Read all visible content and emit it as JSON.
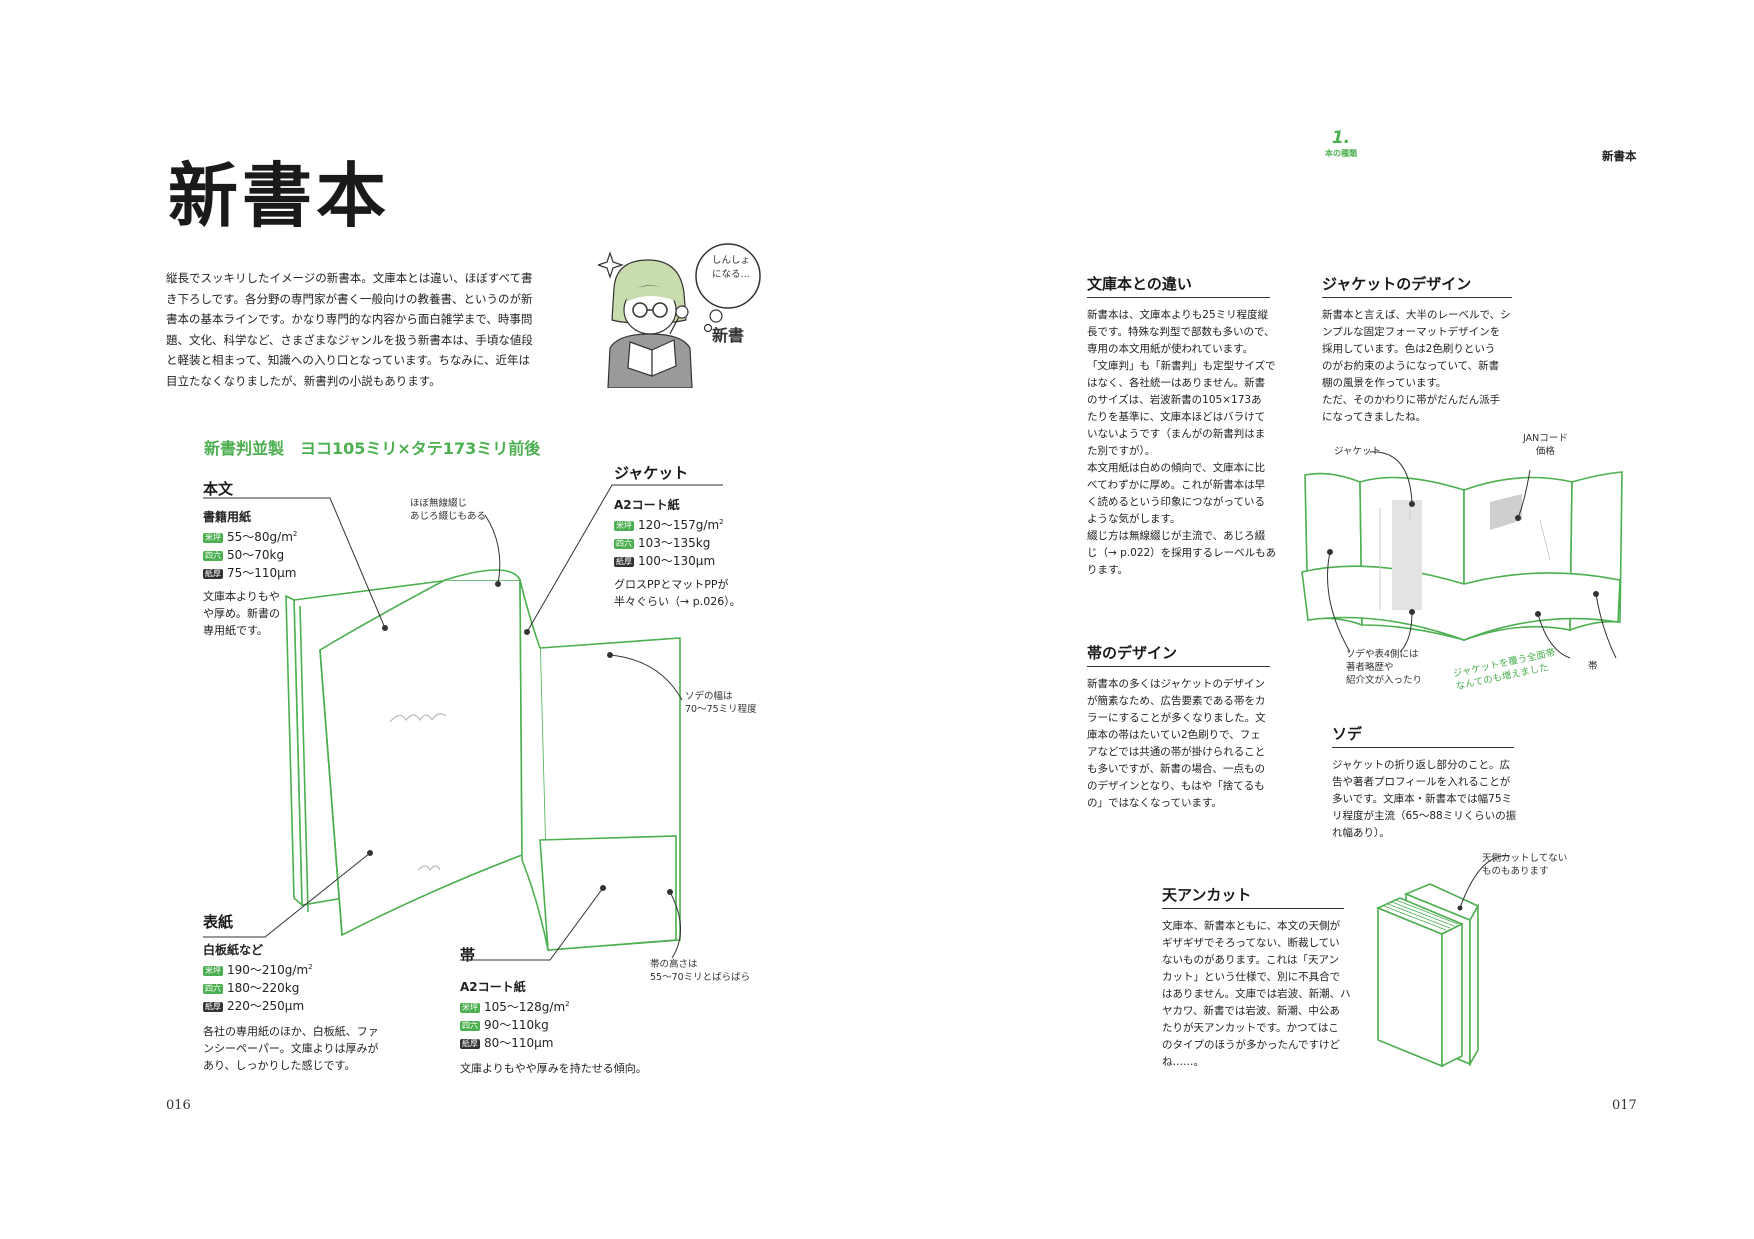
{
  "header": {
    "chapter_number": "1.",
    "chapter_name": "本の種類",
    "running_title": "新書本"
  },
  "title": "新書本",
  "intro": [
    "縦長でスッキリしたイメージの新書本。文庫本とは違い、ほぼすべて書",
    "き下ろしです。各分野の専門家が書く一般向けの教養書、というのが新",
    "書本の基本ラインです。かなり専門的な内容から面白雑学まで、時事問",
    "題、文化、科学など、さまざまなジャンルを扱う新書本は、手頃な値段",
    "と軽装と相まって、知識への入り口となっています。ちなみに、近年は",
    "目立たなくなりましたが、新書判の小説もあります。"
  ],
  "illustration_person": {
    "speech": [
      "しんしょ",
      "になる…"
    ],
    "label": "新書"
  },
  "spec_title": "新書判並製　ヨコ105ミリ×タテ173ミリ前後",
  "parts": {
    "honbun": {
      "heading": "本文",
      "paper": "書籍用紙",
      "rows": [
        {
          "badge": "米坪",
          "value": "55〜80g/m",
          "sup": "2"
        },
        {
          "badge": "四六",
          "value": "50〜70kg",
          "sup": ""
        },
        {
          "badge": "紙厚",
          "value": "75〜110μm",
          "sup": ""
        }
      ],
      "note": [
        "文庫本よりもや",
        "や厚め。新書の",
        "専用紙です。"
      ]
    },
    "jacket": {
      "heading": "ジャケット",
      "paper": "A2コート紙",
      "rows": [
        {
          "badge": "米坪",
          "value": "120〜157g/m",
          "sup": "2"
        },
        {
          "badge": "四六",
          "value": "103〜135kg",
          "sup": ""
        },
        {
          "badge": "紙厚",
          "value": "100〜130μm",
          "sup": ""
        }
      ],
      "note": [
        "グロスPPとマットPPが",
        "半々ぐらい（→ p.026）。"
      ]
    },
    "hyoshi": {
      "heading": "表紙",
      "paper": "白板紙など",
      "rows": [
        {
          "badge": "米坪",
          "value": "190〜210g/m",
          "sup": "2"
        },
        {
          "badge": "四六",
          "value": "180〜220kg",
          "sup": ""
        },
        {
          "badge": "紙厚",
          "value": "220〜250μm",
          "sup": ""
        }
      ],
      "note": [
        "各社の専用紙のほか、白板紙、ファ",
        "ンシーペーパー。文庫よりは厚みが",
        "あり、しっかりした感じです。"
      ]
    },
    "obi": {
      "heading": "帯",
      "paper": "A2コート紙",
      "rows": [
        {
          "badge": "米坪",
          "value": "105〜128g/m",
          "sup": "2"
        },
        {
          "badge": "四六",
          "value": "90〜110kg",
          "sup": ""
        },
        {
          "badge": "紙厚",
          "value": "80〜110μm",
          "sup": ""
        }
      ],
      "note": [
        "文庫よりもやや厚みを持たせる傾向。"
      ]
    }
  },
  "callouts": {
    "binding": [
      "ほぼ無線綴じ",
      "あじろ綴じもある"
    ],
    "sode_width": [
      "ソデの幅は",
      "70〜75ミリ程度"
    ],
    "obi_height": [
      "帯の高さは",
      "55〜70ミリとばらばら"
    ]
  },
  "sections": {
    "bunko_diff": {
      "heading": "文庫本との違い",
      "lines": [
        "新書本は、文庫本よりも25ミリ程度縦",
        "長です。特殊な判型で部数も多いので、",
        "専用の本文用紙が使われています。",
        "「文庫判」も「新書判」も定型サイズで",
        "はなく、各社統一はありません。新書",
        "のサイズは、岩波新書の105×173あ",
        "たりを基準に、文庫本ほどはバラけて",
        "いないようです（まんがの新書判はま",
        "た別ですが）。",
        "本文用紙は白めの傾向で、文庫本に比",
        "べてわずかに厚め。これが新書本は早",
        "く読めるという印象につながっている",
        "ような気がします。",
        "綴じ方は無線綴じが主流で、あじろ綴",
        "じ（→ p.022）を採用するレーベルもあ",
        "ります。"
      ]
    },
    "jacket_design": {
      "heading": "ジャケットのデザイン",
      "lines": [
        "新書本と言えば、大半のレーベルで、シ",
        "ンプルな固定フォーマットデザインを",
        "採用しています。色は2色刷りという",
        "のがお約束のようになっていて、新書",
        "棚の風景を作っています。",
        "ただ、そのかわりに帯がだんだん派手",
        "になってきましたね。"
      ]
    },
    "obi_design": {
      "heading": "帯のデザイン",
      "lines": [
        "新書本の多くはジャケットのデザイン",
        "が簡素なため、広告要素である帯をカ",
        "ラーにすることが多くなりました。文",
        "庫本の帯はたいてい2色刷りで、フェ",
        "アなどでは共通の帯が掛けられること",
        "も多いですが、新書の場合、一点もの",
        "のデザインとなり、もはや「捨てるも",
        "の」ではなくなっています。"
      ]
    },
    "sode": {
      "heading": "ソデ",
      "lines": [
        "ジャケットの折り返し部分のこと。広",
        "告や著者プロフィールを入れることが",
        "多いです。文庫本・新書本では幅75ミ",
        "リ程度が主流（65〜88ミリくらいの振",
        "れ幅あり）。"
      ]
    },
    "ten_uncut": {
      "heading": "天アンカット",
      "lines": [
        "文庫本、新書本ともに、本文の天側が",
        "ギザギザでそろってない、断裁してい",
        "ないものがあります。これは「天アン",
        "カット」という仕様で、別に不具合で",
        "はありません。文庫では岩波、新潮、ハ",
        "ヤカワ、新書では岩波、新潮、中公あ",
        "たりが天アンカットです。かつてはこ",
        "のタイプのほうが多かったんですけど",
        "ね……。"
      ]
    }
  },
  "jacket_diagram": {
    "label_jacket": "ジャケット",
    "label_jan": [
      "JANコード",
      "価格"
    ],
    "label_sode": [
      "ソデや表4側には",
      "著者略歴や",
      "紹介文が入ったり"
    ],
    "label_green": [
      "ジャケットを覆う全面帯",
      "なんてのも増えました"
    ],
    "label_obi": "帯"
  },
  "uncut_diagram": {
    "label": [
      "天側カットしてない",
      "ものもあります"
    ]
  },
  "page_numbers": {
    "left": "016",
    "right": "017"
  },
  "colors": {
    "accent": "#4caf50",
    "text": "#222222",
    "line": "#333333"
  }
}
